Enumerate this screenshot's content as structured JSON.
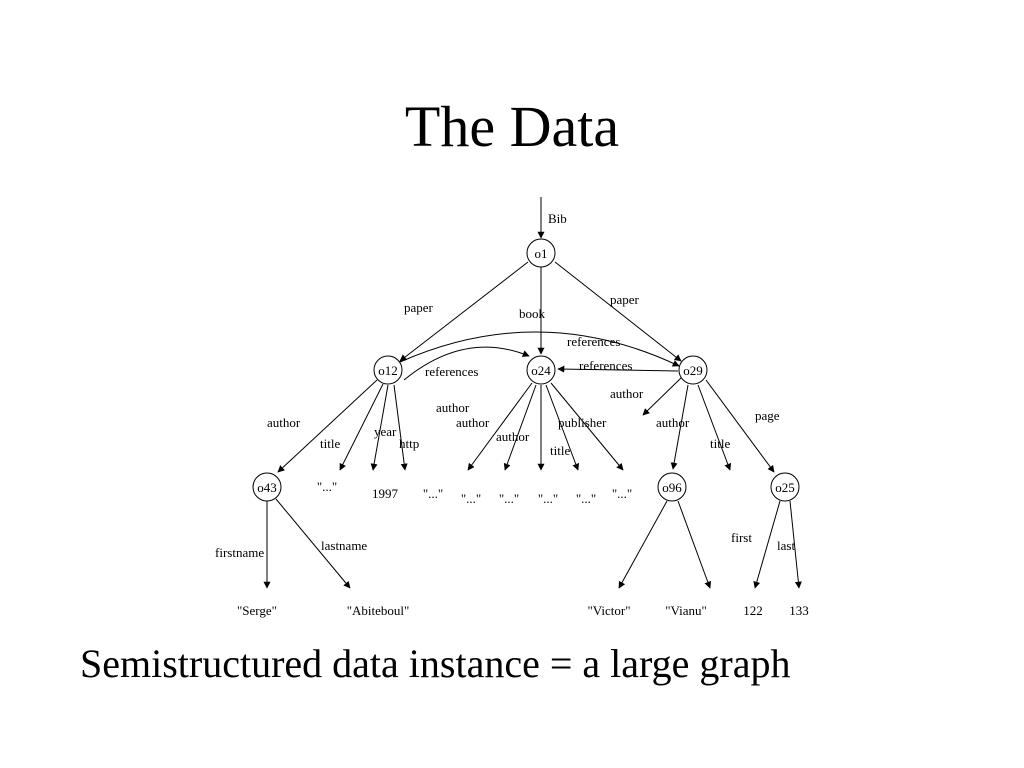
{
  "slide": {
    "title": "The Data",
    "caption": "Semistructured data instance = a large graph"
  },
  "graph": {
    "nodes": {
      "o1": "o1",
      "o12": "o12",
      "o24": "o24",
      "o29": "o29",
      "o43": "o43",
      "o96": "o96",
      "o25": "o25"
    },
    "edge_labels": {
      "root_bib": "Bib",
      "o1_o12_paper": "paper",
      "o1_o24_book": "book",
      "o1_o29_paper": "paper",
      "o12_o29_references": "references",
      "o12_o24_references": "references",
      "o29_o24_references": "references",
      "o12_o43_author": "author",
      "o12_title": "title",
      "o12_year": "year",
      "o12_http": "http",
      "o24_author_1": "author",
      "o24_author_2": "author",
      "o24_author_3": "author",
      "o24_title": "title",
      "o24_publisher": "publisher",
      "o29_author_1": "author",
      "o29_author_2": "author",
      "o29_title": "title",
      "o29_page": "page",
      "o43_firstname": "firstname",
      "o43_lastname": "lastname",
      "o25_first": "first",
      "o25_last": "last"
    },
    "leaves": {
      "o12_title": "\"...\"",
      "o12_year": "1997",
      "o12_http": "\"...\"",
      "o24_l1": "\"...\"",
      "o24_l2": "\"...\"",
      "o24_l3": "\"...\"",
      "o24_l4": "\"...\"",
      "o24_l5": "\"...\"",
      "o43_firstname": "\"Serge\"",
      "o43_lastname": "\"Abiteboul\"",
      "o96_first": "\"Victor\"",
      "o96_last": "\"Vianu\"",
      "o25_first": "122",
      "o25_last": "133"
    }
  }
}
